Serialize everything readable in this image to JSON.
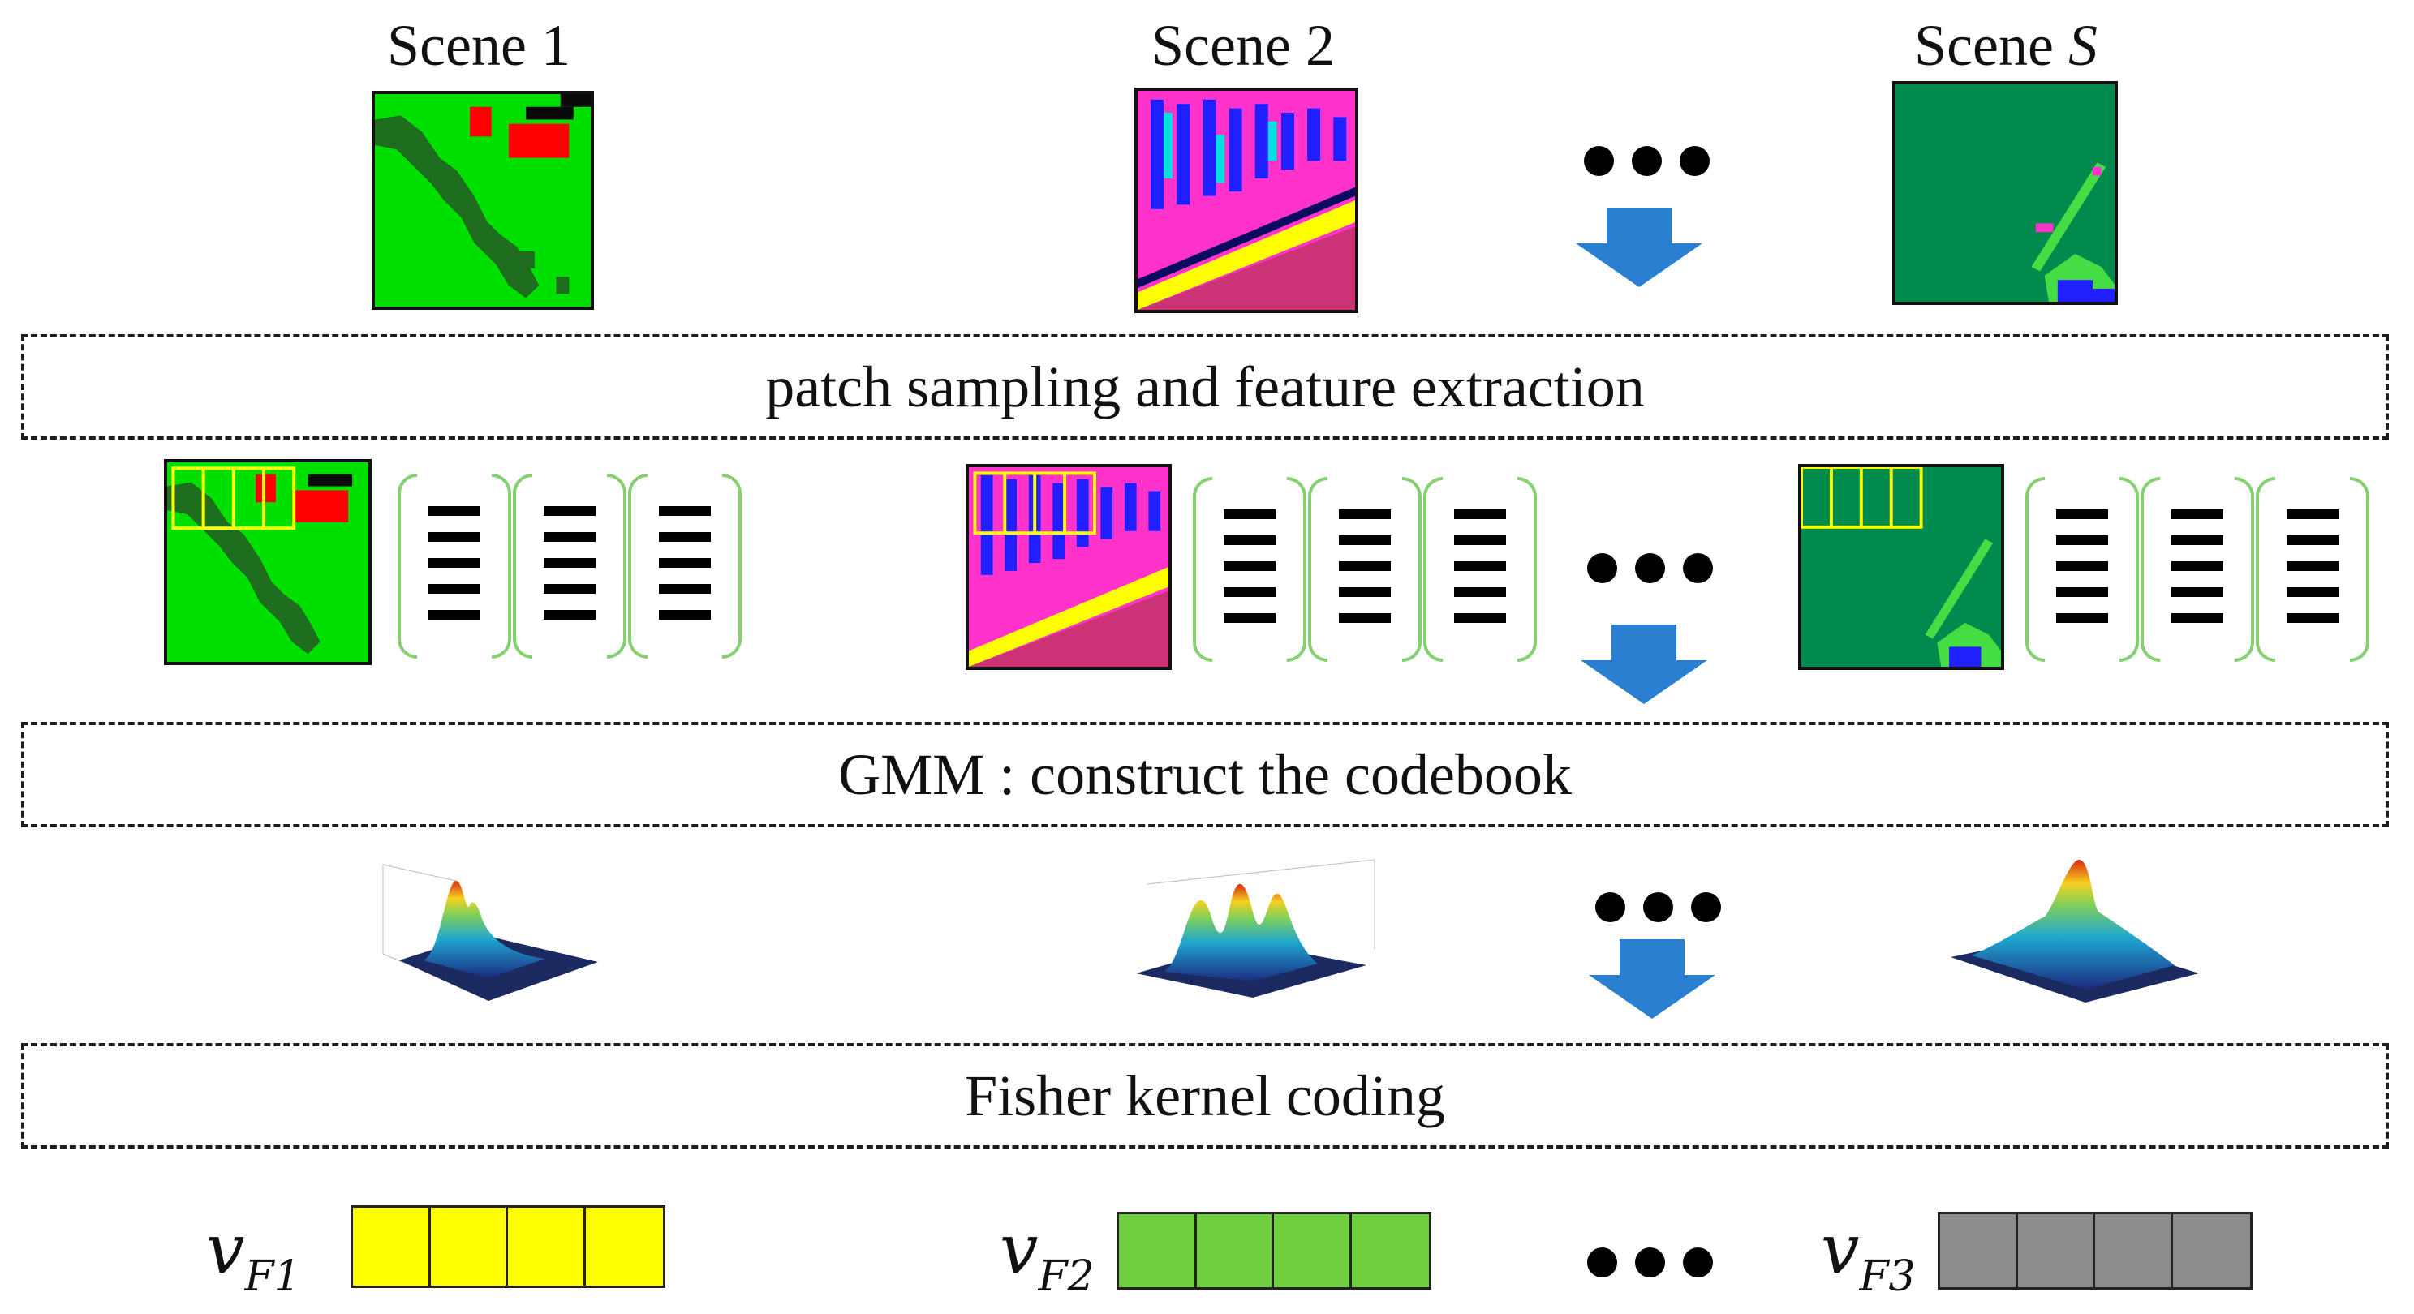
{
  "scenes": [
    {
      "title": "Scene 1"
    },
    {
      "title": "Scene 2"
    },
    {
      "title_prefix": "Scene ",
      "title_var": "S"
    }
  ],
  "steps": {
    "step1": "patch sampling and feature extraction",
    "step2": "GMM : construct the codebook",
    "step3": "Fisher kernel coding"
  },
  "vectors": [
    {
      "symbol": "v",
      "subscript": "F1",
      "color": "#ffff00"
    },
    {
      "symbol": "v",
      "subscript": "F2",
      "color": "#6fcf3f"
    },
    {
      "symbol": "v",
      "subscript": "F3",
      "color": "#8c8c8c"
    }
  ],
  "colors": {
    "arrow": "#2a7fd0",
    "patch_frame": "#ffff00",
    "bracket": "#86d072",
    "scene1_bright_green": "#00e000",
    "scene1_dark_green": "#1f6e1f",
    "scene1_red": "#ff0000",
    "scene2_magenta": "#ff33cc",
    "scene2_blue": "#2020ff",
    "scene2_yellow": "#ffff00",
    "scene2_cyan": "#00e0e0",
    "sceneS_green": "#008a4e"
  },
  "icons": [
    "ellipsis-icon",
    "down-arrow-icon",
    "gaussian-surface-icon",
    "feature-vector-bracket-icon"
  ]
}
